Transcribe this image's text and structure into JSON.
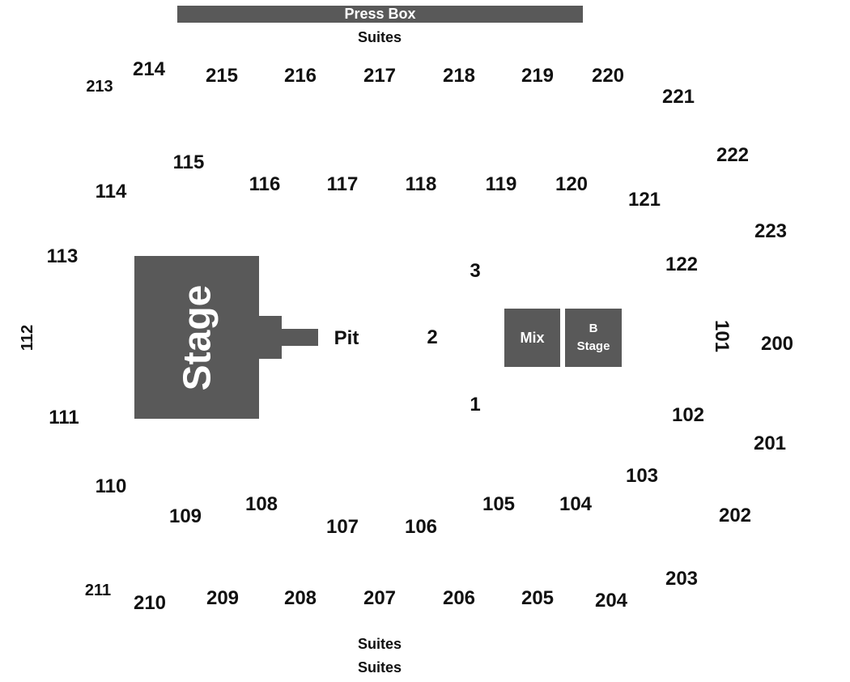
{
  "press_box": "Press Box",
  "suites_top": "Suites",
  "suites_bottom_1": "Suites",
  "suites_bottom_2": "Suites",
  "stage": "Stage",
  "pit": "Pit",
  "mix": "Mix",
  "b_stage_line1": "B",
  "b_stage_line2": "Stage",
  "floor": {
    "f1": "1",
    "f2": "2",
    "f3": "3"
  },
  "upper": {
    "s200": "200",
    "s201": "201",
    "s202": "202",
    "s203": "203",
    "s204": "204",
    "s205": "205",
    "s206": "206",
    "s207": "207",
    "s208": "208",
    "s209": "209",
    "s210": "210",
    "s211": "211",
    "s213": "213",
    "s214": "214",
    "s215": "215",
    "s216": "216",
    "s217": "217",
    "s218": "218",
    "s219": "219",
    "s220": "220",
    "s221": "221",
    "s222": "222",
    "s223": "223"
  },
  "lower": {
    "s101": "101",
    "s102": "102",
    "s103": "103",
    "s104": "104",
    "s105": "105",
    "s106": "106",
    "s107": "107",
    "s108": "108",
    "s109": "109",
    "s110": "110",
    "s111": "111",
    "s112": "112",
    "s113": "113",
    "s114": "114",
    "s115": "115",
    "s116": "116",
    "s117": "117",
    "s118": "118",
    "s119": "119",
    "s120": "120",
    "s121": "121",
    "s122": "122"
  },
  "colors": {
    "block": "#595959",
    "text": "#111111",
    "background": "#ffffff"
  }
}
